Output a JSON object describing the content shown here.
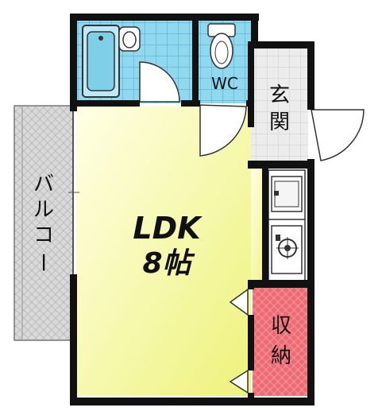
{
  "rooms": {
    "ldk": {
      "name": "LDK",
      "size": "8帖"
    },
    "wc": "WC",
    "entrance": [
      "玄",
      "関"
    ],
    "storage": [
      "収",
      "納"
    ],
    "balcony": [
      "バ",
      "ル",
      "コ",
      "ー"
    ]
  },
  "colors": {
    "wall": "#111111",
    "ldk_floor_light": "#ffffe6",
    "ldk_floor_dark": "#eef27a",
    "bath_floor": "#8fd8ee",
    "tile_grid": "#4aa9d0",
    "entrance_floor": "#ececec",
    "storage_floor": "#f06a74",
    "balcony_floor": "#d9d9d9",
    "door_swing": "#ffffff"
  }
}
